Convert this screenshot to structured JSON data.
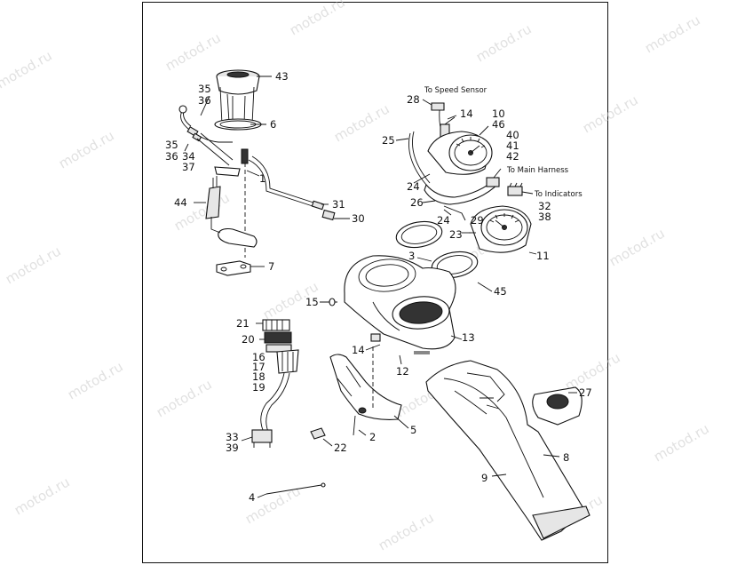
{
  "watermark": "motod.ru",
  "notes": {
    "speed_sensor": "To Speed Sensor",
    "main_harness": "To Main Harness",
    "indicators": "To Indicators"
  },
  "callouts": {
    "c1": "1",
    "c2": "2",
    "c3": "3",
    "c4": "4",
    "c5": "5",
    "c6": "6",
    "c7": "7",
    "c8": "8",
    "c9": "9",
    "c10": "10",
    "c11": "11",
    "c12": "12",
    "c13": "13",
    "c14a": "14",
    "c14b": "14",
    "c15": "15",
    "c16": "16",
    "c17": "17",
    "c18": "18",
    "c19": "19",
    "c20": "20",
    "c21": "21",
    "c22": "22",
    "c23": "23",
    "c24a": "24",
    "c24b": "24",
    "c25": "25",
    "c26": "26",
    "c27": "27",
    "c28": "28",
    "c29": "29",
    "c30": "30",
    "c31": "31",
    "c32": "32",
    "c33": "33",
    "c34": "34",
    "c35a": "35",
    "c35b": "35",
    "c36a": "36",
    "c36b": "36",
    "c37": "37",
    "c38": "38",
    "c39": "39",
    "c40": "40",
    "c41": "41",
    "c42": "42",
    "c43": "43",
    "c44": "44",
    "c45": "45",
    "c46": "46"
  }
}
